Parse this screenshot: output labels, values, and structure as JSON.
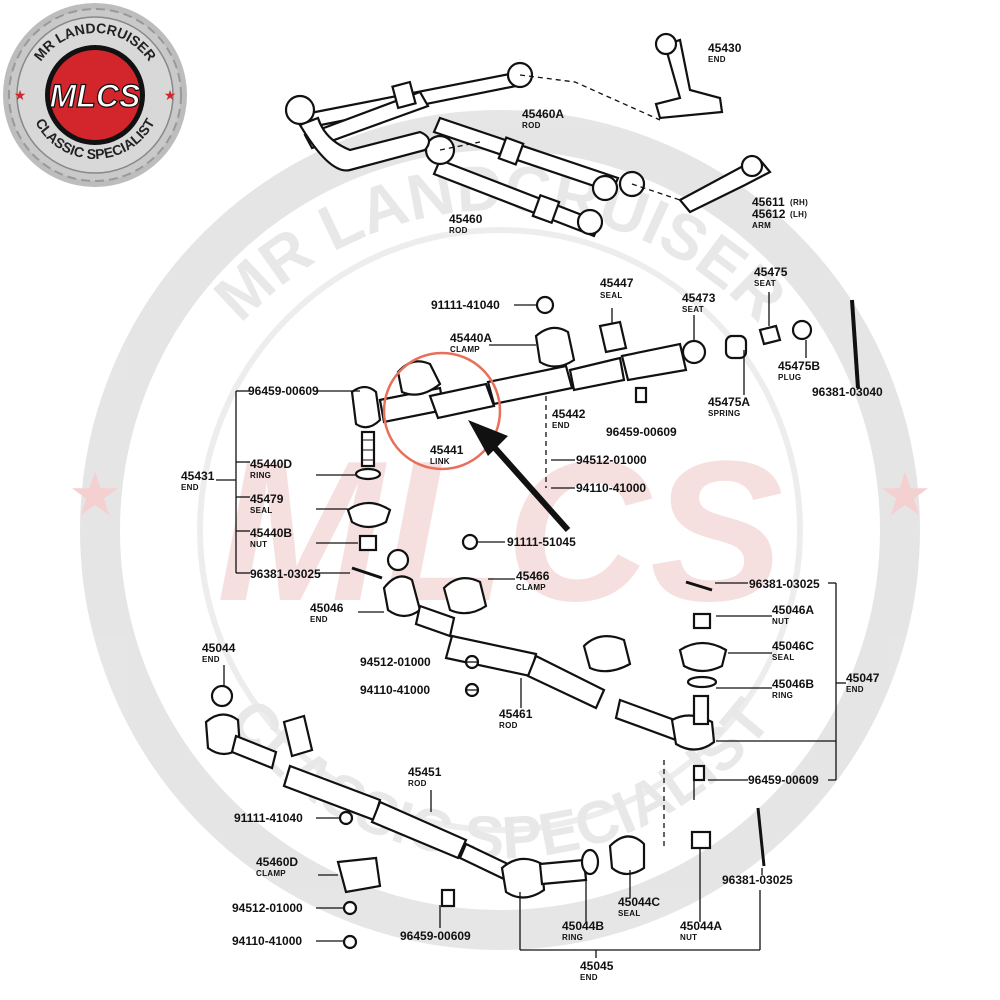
{
  "logo": {
    "top_text": "MR LANDCRUISER",
    "brand": "MLCS",
    "bottom_text": "CLASSIC SPECIALIST",
    "accent_color": "#d3262c"
  },
  "watermark": {
    "top_text": "MR LANDCRUISER",
    "bottom_text": "CLASSIC SPECIALIST",
    "color": "#e8e8e8"
  },
  "highlight_color": "#e8705a",
  "labels": {
    "p45430": {
      "num": "45430",
      "name": "END"
    },
    "p45460a": {
      "num": "45460A",
      "name": "ROD"
    },
    "p45611": {
      "num": "45611",
      "suffix": "(RH)"
    },
    "p45612": {
      "num": "45612",
      "suffix": "(LH)"
    },
    "p45611_name": {
      "name": "ARM"
    },
    "p45460": {
      "num": "45460",
      "name": "ROD"
    },
    "p45475": {
      "num": "45475",
      "name": "SEAT"
    },
    "p45447": {
      "num": "45447",
      "name": "SEAL"
    },
    "p45473": {
      "num": "45473",
      "name": "SEAT"
    },
    "p91111_41040a": {
      "num": "91111-41040"
    },
    "p45440a": {
      "num": "45440A",
      "name": "CLAMP"
    },
    "p45475b": {
      "num": "45475B",
      "name": "PLUG"
    },
    "p96381_03040": {
      "num": "96381-03040"
    },
    "p96459_00609a": {
      "num": "96459-00609"
    },
    "p45475a": {
      "num": "45475A",
      "name": "SPRING"
    },
    "p45442": {
      "num": "45442",
      "name": "END"
    },
    "p96459_00609b": {
      "num": "96459-00609"
    },
    "p45441": {
      "num": "45441",
      "name": "LINK"
    },
    "p45431": {
      "num": "45431",
      "name": "END"
    },
    "p45440d": {
      "num": "45440D",
      "name": "RING"
    },
    "p94512_01000a": {
      "num": "94512-01000"
    },
    "p94110_41000a": {
      "num": "94110-41000"
    },
    "p45479": {
      "num": "45479",
      "name": "SEAL"
    },
    "p45440b": {
      "num": "45440B",
      "name": "NUT"
    },
    "p91111_51045": {
      "num": "91111-51045"
    },
    "p96381_03025a": {
      "num": "96381-03025"
    },
    "p45466": {
      "num": "45466",
      "name": "CLAMP"
    },
    "p45046": {
      "num": "45046",
      "name": "END"
    },
    "p96381_03025b": {
      "num": "96381-03025"
    },
    "p45046a": {
      "num": "45046A",
      "name": "NUT"
    },
    "p45046c": {
      "num": "45046C",
      "name": "SEAL"
    },
    "p45047": {
      "num": "45047",
      "name": "END"
    },
    "p45046b": {
      "num": "45046B",
      "name": "RING"
    },
    "p45044": {
      "num": "45044",
      "name": "END"
    },
    "p94512_01000b": {
      "num": "94512-01000"
    },
    "p94110_41000b": {
      "num": "94110-41000"
    },
    "p45461": {
      "num": "45461",
      "name": "ROD"
    },
    "p96459_00609c": {
      "num": "96459-00609"
    },
    "p45451": {
      "num": "45451",
      "name": "ROD"
    },
    "p91111_41040b": {
      "num": "91111-41040"
    },
    "p45460d": {
      "num": "45460D",
      "name": "CLAMP"
    },
    "p94512_01000c": {
      "num": "94512-01000"
    },
    "p94110_41000c": {
      "num": "94110-41000"
    },
    "p96459_00609d": {
      "num": "96459-00609"
    },
    "p45044b": {
      "num": "45044B",
      "name": "RING"
    },
    "p45044c": {
      "num": "45044C",
      "name": "SEAL"
    },
    "p45044a": {
      "num": "45044A",
      "name": "NUT"
    },
    "p96381_03025c": {
      "num": "96381-03025"
    },
    "p45045": {
      "num": "45045",
      "name": "END"
    }
  }
}
